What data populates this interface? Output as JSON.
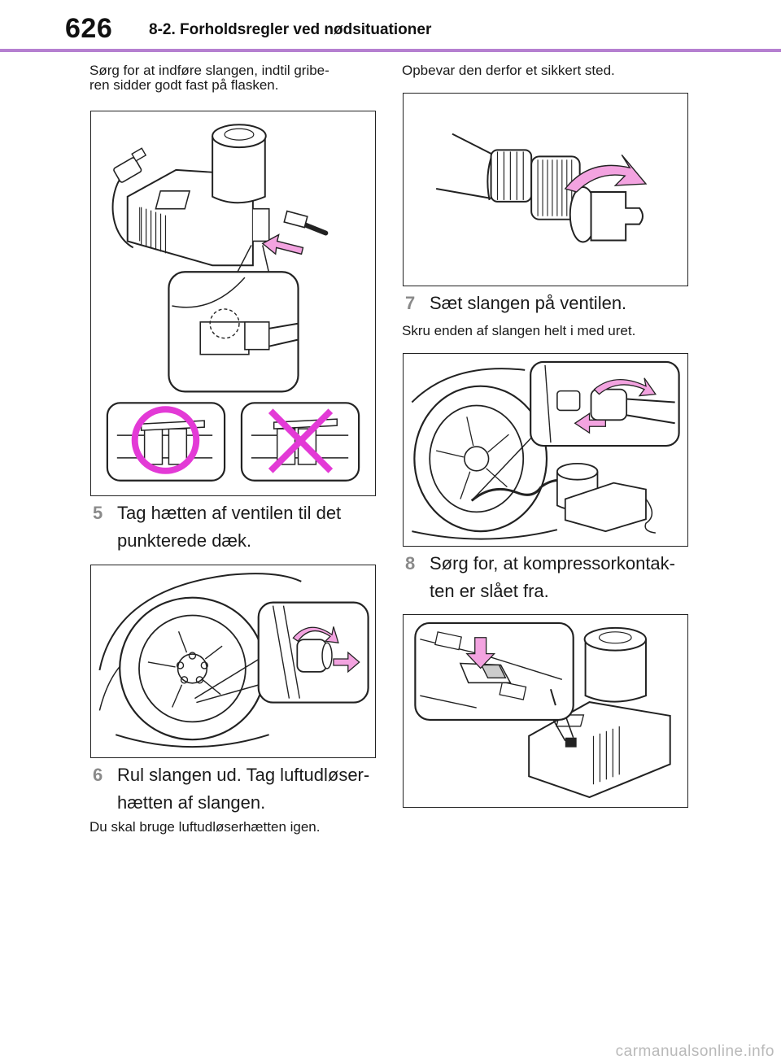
{
  "header": {
    "page_number": "626",
    "section_title": "8-2. Forholdsregler ved nødsituationer"
  },
  "left_column": {
    "intro_line1": "Sørg for at indføre slangen, indtil gribe-",
    "intro_line2": "ren sidder godt fast på flasken.",
    "step5": {
      "number": "5",
      "line1": "Tag hætten af ventilen til det",
      "line2": "punkterede dæk."
    },
    "step6": {
      "number": "6",
      "line1": "Rul slangen ud. Tag luftudløser-",
      "line2": "hætten af slangen."
    },
    "step6_note": "Du skal bruge luftudløserhætten igen."
  },
  "right_column": {
    "intro": "Opbevar den derfor et sikkert sted.",
    "step7": {
      "number": "7",
      "line1": "Sæt slangen på ventilen."
    },
    "step7_note": "Skru enden af slangen helt i med uret.",
    "step8": {
      "number": "8",
      "line1": "Sørg for, at kompressorkontak-",
      "line2": "ten er slået fra."
    }
  },
  "colors": {
    "accent_rule": "#b57fd0",
    "arrow_pink": "#f3a3e0",
    "ok_cross_magenta": "#e33ad6"
  },
  "watermark": "carmanualsonline.info"
}
